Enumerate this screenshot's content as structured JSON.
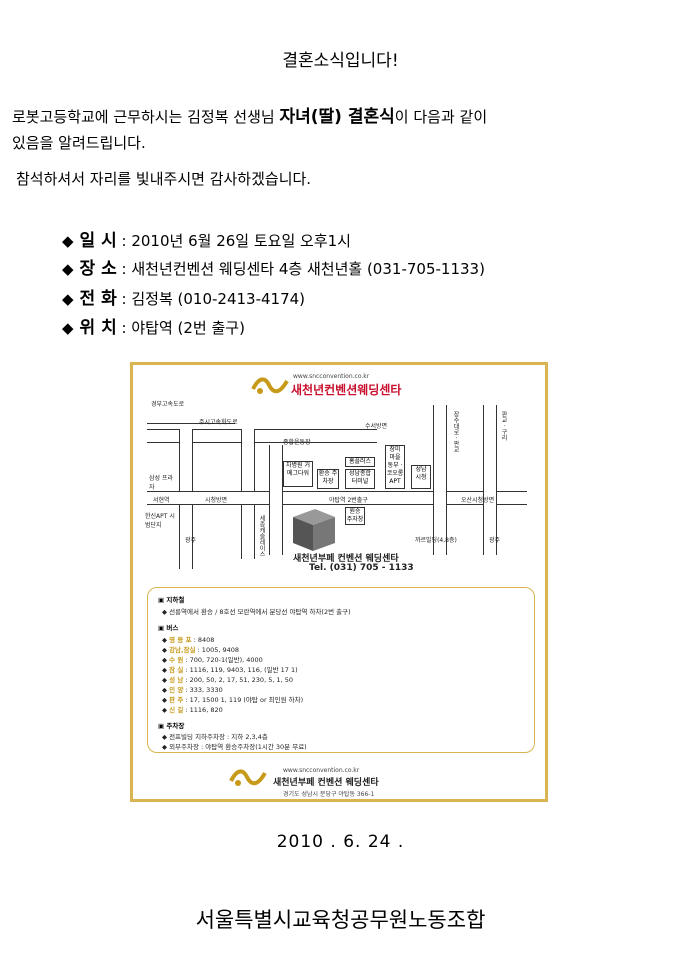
{
  "title": "결혼소식입니다!",
  "intro": {
    "line1_pre": "로봇고등학교에 근무하시는 김정복 선생님 ",
    "line1_em": "자녀(딸) 결혼식",
    "line1_post": "이 다음과 같이",
    "line2": "있음을 알려드립니다.",
    "line3": "참석하셔서 자리를 빛내주시면 감사하겠습니다."
  },
  "info": [
    {
      "key": "일 시",
      "value": " : 2010년 6월 26일 토요일 오후1시"
    },
    {
      "key": "장 소",
      "value": " : 새천년컨벤션 웨딩센타 4층 새천년홀 (031-705-1133)"
    },
    {
      "key": "전 화",
      "value": " : 김정복 (010-2413-4174)"
    },
    {
      "key": "위 치",
      "value": " : 야탑역 (2번 출구)"
    }
  ],
  "map": {
    "url_top": "www.sncconvention.co.kr",
    "brand_top": "새천년컨벤션웨딩센타",
    "venue_name": "새천년부페 컨벤션 웨딩센타",
    "venue_tel": "Tel. (031) 705 - 1133",
    "labels": {
      "road_top": "경부고속도로",
      "road_inner": "주시고속화도로",
      "suseo": "수서방면",
      "sports": "종합운동장",
      "jangsu": "장수대로 · 판교",
      "pangyo": "판교 · 구리",
      "samsung": "삼성 프라자",
      "seohyeon": "서현역",
      "siheung": "시청방면",
      "apt": "한신APT 시범단지",
      "gwangju_l": "광주",
      "gwangju_r": "광주",
      "hospital": "차병원 거메그다워",
      "parking": "환승 주차장",
      "homeplus": "홈플러스",
      "terminal": "성남종합 터미널",
      "station": "야탑역 2번출구",
      "apt2": "장미 마을 동부 · 코오롱 APT",
      "seongnam": "성남 시청",
      "office": "까르빌딩(4,8층)",
      "ramp": "원승 주자창",
      "east": "오산시청방면",
      "highway_side": "세종캐슬레이스"
    },
    "guide": {
      "subway_title": "지하철",
      "subway_desc": "선릉역에서 환승 / 8호선 모란역에서 분당선 야탑역 하차(2번 출구)",
      "bus_title": "버스",
      "bus": [
        {
          "k": "영 등 포",
          "v": ": 8408"
        },
        {
          "k": "강남,잠실",
          "v": ": 1005, 9408"
        },
        {
          "k": "수    원",
          "v": ": 700, 720-1(일반), 4000"
        },
        {
          "k": "잠    실",
          "v": ": 1116, 119, 9403, 116, (일반 17 1)"
        },
        {
          "k": "성    남",
          "v": ": 200, 50, 2, 17, 51, 230, 5, 1, 50"
        },
        {
          "k": "인    양",
          "v": ": 333, 3330"
        },
        {
          "k": "판    주",
          "v": ": 17, 1500 1, 119 (야탑 or 최인원 하차)"
        },
        {
          "k": "신    길",
          "v": ": 1116, 820"
        }
      ],
      "parking_title": "주차장",
      "parking1": "전프빌딩 지하주차장 : 지하 2,3,4층",
      "parking2": "외부주차장 : 야탑역 환승주차장(1시간 30분 무료)"
    },
    "url_bottom": "www.sncconvention.co.kr",
    "brand_bottom": "새천년부페 컨벤션 웨딩센타",
    "address": "경기도 성남시 분당구 야탑동 366-1"
  },
  "date": "2010 .  6.  24 .",
  "organization": "서울특별시교육청공무원노동조합",
  "colors": {
    "accent": "#c8102e",
    "map_border": "#d8b550",
    "bus_key": "#c89a1a"
  }
}
